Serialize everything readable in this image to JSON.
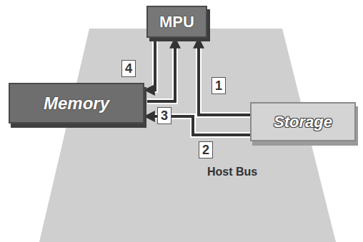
{
  "diagram": {
    "nodes": [
      {
        "text": [
          "MPU"
        ]
      },
      {
        "text": [
          "Memory"
        ]
      },
      {
        "text": [
          "Storage"
        ]
      }
    ],
    "edges": [
      {
        "from": 2,
        "to": 0,
        "arrow": "to"
      },
      {
        "from": 2,
        "to": 1,
        "arrow": "to"
      },
      {
        "from": 1,
        "to": 0,
        "arrow": "to"
      },
      {
        "from": 0,
        "to": 1,
        "arrow": "to"
      }
    ],
    "labels": [
      "1",
      "2",
      "3",
      "4",
      "Host Bus"
    ]
  }
}
